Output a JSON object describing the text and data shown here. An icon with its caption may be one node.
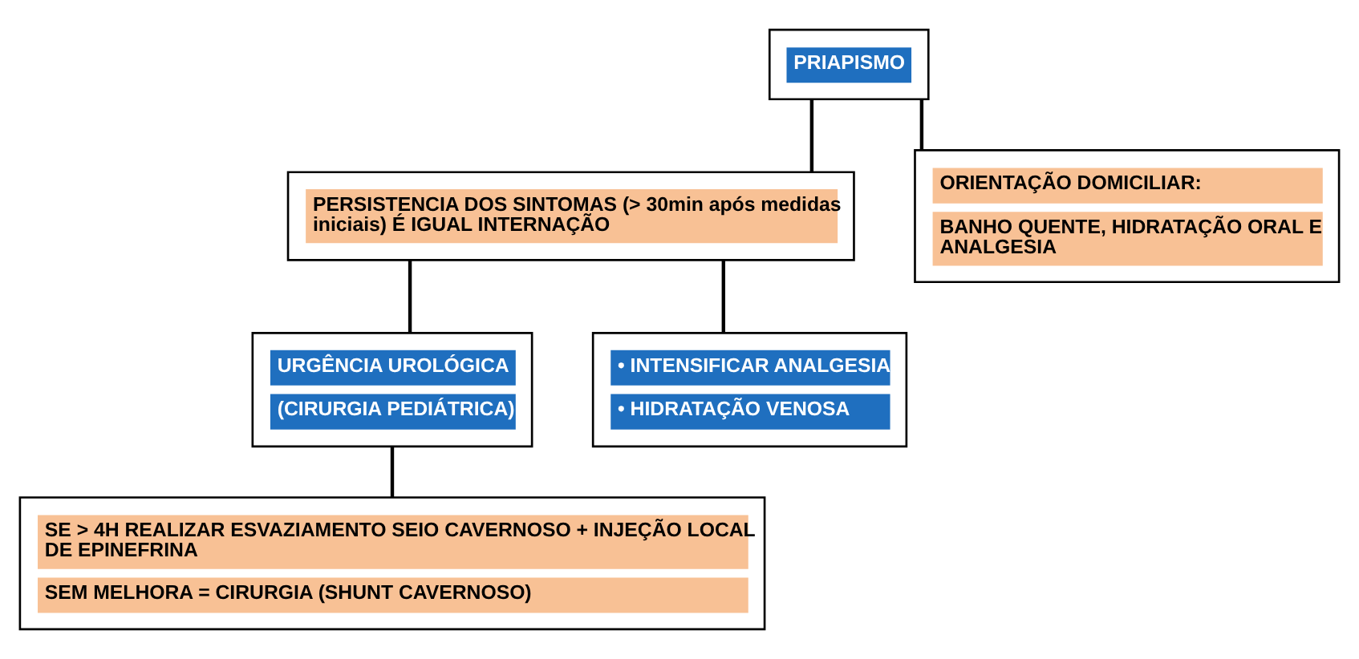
{
  "diagram": {
    "nodes": [
      {
        "text": [
          "PRIAPISMO"
        ]
      },
      {
        "text": [
          "PERSISTENCIA DOS SINTOMAS (> 30min após medidas iniciais) É IGUAL INTERNAÇÃO"
        ]
      },
      {
        "text": [
          "ORIENTAÇÃO DOMICILIAR:",
          "BANHO QUENTE, HIDRATAÇÃO ORAL E ANALGESIA"
        ]
      },
      {
        "text": [
          "URGÊNCIA UROLÓGICA",
          "(CIRURGIA PEDIÁTRICA)"
        ]
      },
      {
        "text": [
          "• INTENSIFICAR ANALGESIA",
          "• HIDRATAÇÃO VENOSA"
        ]
      },
      {
        "text": [
          "SE > 4H REALIZAR ESVAZIAMENTO SEIO CAVERNOSO + INJEÇÃO LOCAL DE EPINEFRINA",
          "SEM MELHORA = CIRURGIA (SHUNT CAVERNOSO)"
        ]
      }
    ],
    "edges": [
      {
        "from": 0,
        "to": 1,
        "arrow": "none"
      },
      {
        "from": 0,
        "to": 2,
        "arrow": "none"
      },
      {
        "from": 1,
        "to": 3,
        "arrow": "none"
      },
      {
        "from": 1,
        "to": 4,
        "arrow": "none"
      },
      {
        "from": 3,
        "to": 5,
        "arrow": "none"
      }
    ]
  }
}
